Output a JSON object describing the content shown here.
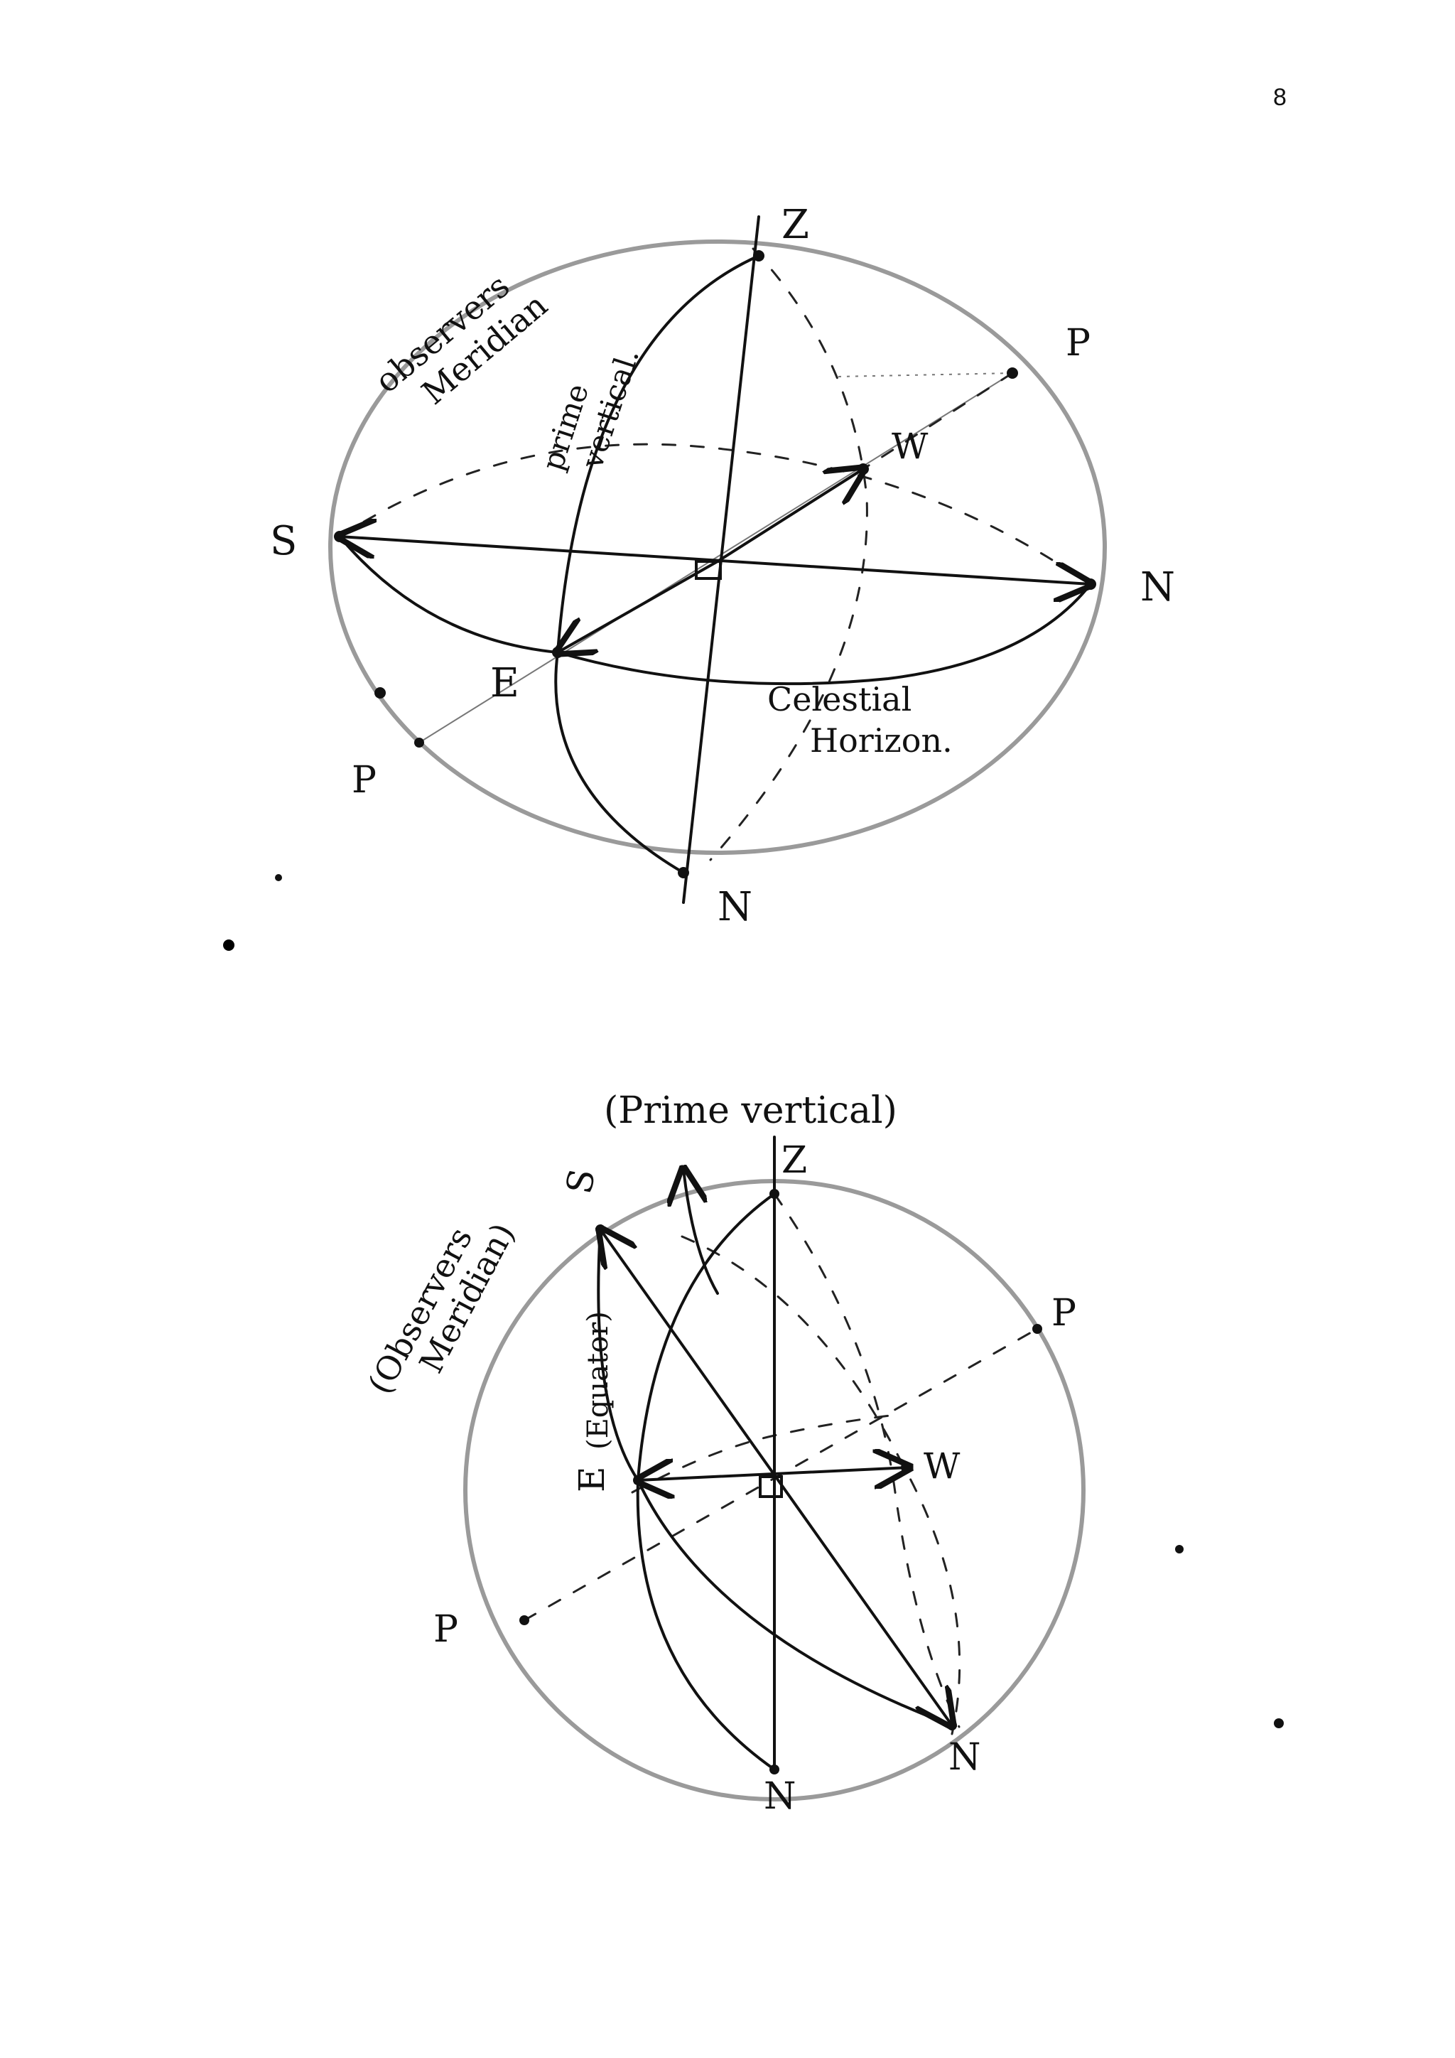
{
  "page": {
    "number": "8"
  },
  "figure1": {
    "labels": {
      "zenith": "Z",
      "pole_top": "P",
      "west": "W",
      "south": "S",
      "north_right": "N",
      "east": "E",
      "pole_bottom": "P",
      "nadir": "N",
      "observers_meridian_line1": "observers",
      "observers_meridian_line2": "Meridian",
      "prime_vertical_line1": "prime",
      "prime_vertical_line2": "vertical.",
      "celestial_horizon_line1": "Celestial",
      "celestial_horizon_line2": "Horizon."
    }
  },
  "figure2": {
    "labels": {
      "prime_vertical": "(Prime vertical)",
      "zenith": "Z",
      "south": "S",
      "observers_meridian_line1": "(Observers",
      "observers_meridian_line2": "Meridian)",
      "pole_right": "P",
      "equator": "(Equator)",
      "east": "E",
      "west": "W",
      "pole_left": "P",
      "north_right": "N",
      "nadir": "N"
    }
  }
}
